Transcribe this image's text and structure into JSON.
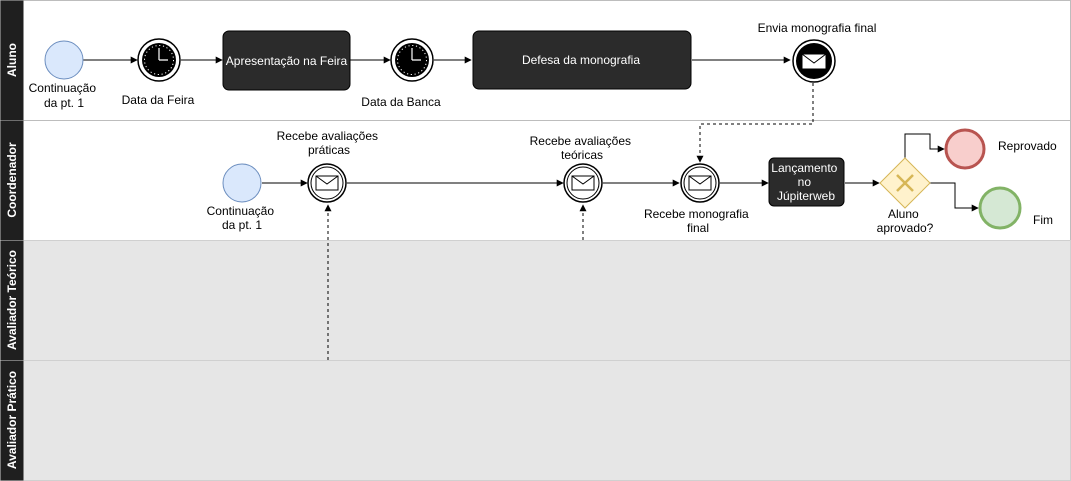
{
  "lanes": [
    {
      "label": "Aluno"
    },
    {
      "label": "Coordenador"
    },
    {
      "label": "Avaliador Teórico"
    },
    {
      "label": "Avaliador Prático"
    }
  ],
  "aluno": {
    "start_label": [
      "Continuação",
      "da pt. 1"
    ],
    "timer1_label": "Data da Feira",
    "task1_label": "Apresentação na Feira",
    "timer2_label": "Data da Banca",
    "task2_label": "Defesa da monografia",
    "send_label": "Envia monografia final"
  },
  "coordenador": {
    "start_label": [
      "Continuação",
      "da pt. 1"
    ],
    "msg1_label": [
      "Recebe avaliações",
      "práticas"
    ],
    "msg2_label": [
      "Recebe avaliações",
      "teóricas"
    ],
    "msg3_label": [
      "Recebe monografia",
      "final"
    ],
    "task_label": [
      "Lançamento",
      "no",
      "Júpiterweb"
    ],
    "gateway_label": [
      "Aluno",
      "aprovado?"
    ],
    "end_fail_label": "Reprovado",
    "end_ok_label": "Fim"
  },
  "colors": {
    "lane_header": "#1f1f1f",
    "task_fill": "#2b2b2b",
    "start_fill": "#dae8fc",
    "start_stroke": "#6c8ebf",
    "gateway_fill": "#fff2cc",
    "gateway_stroke": "#d6b656",
    "fail_fill": "#f8cecc",
    "fail_stroke": "#b85450",
    "ok_fill": "#d5e8d4",
    "ok_stroke": "#82b366",
    "gray_lane": "#e6e6e6"
  }
}
